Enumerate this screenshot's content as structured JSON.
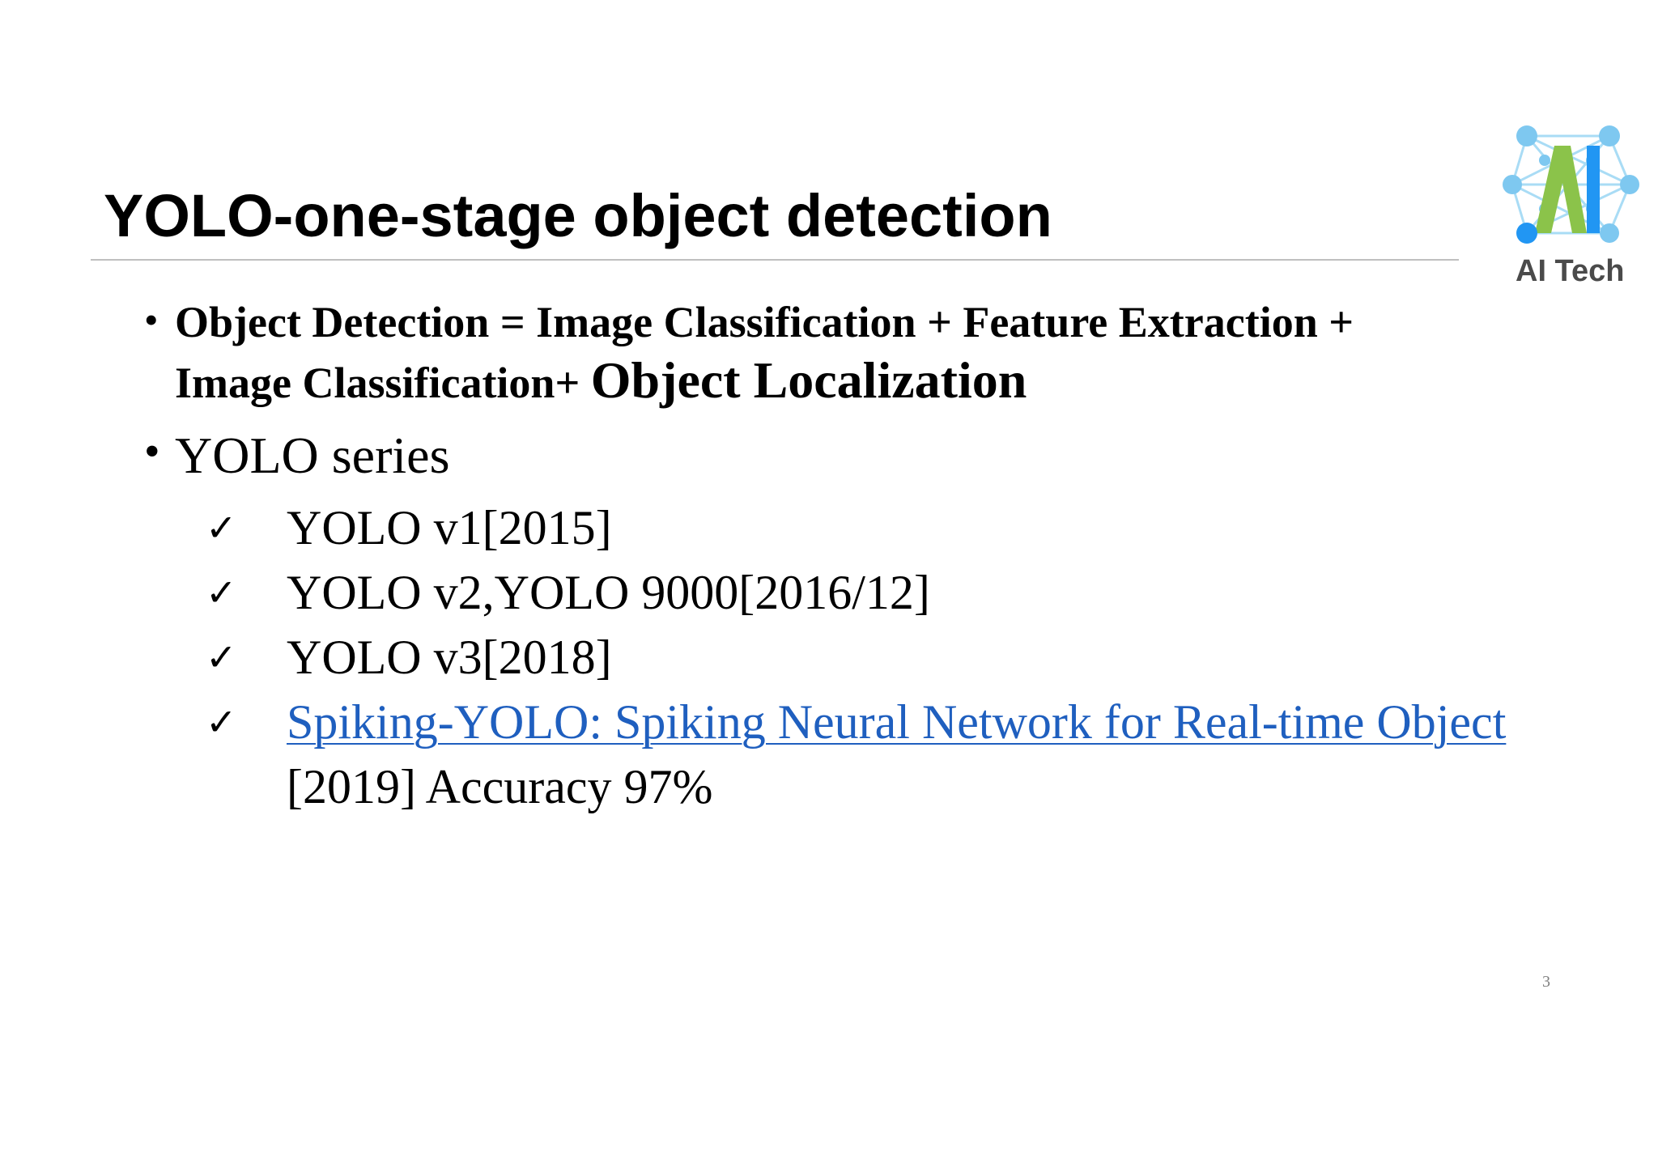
{
  "slide": {
    "title": "YOLO-one-stage object detection",
    "logo": {
      "text": "AI Tech",
      "icon": "ai-network-logo-icon",
      "colors": [
        "#7ec8f0",
        "#8bc34a",
        "#2196f3"
      ]
    },
    "bullets": [
      {
        "line1": "Object Detection = Image Classification + Feature Extraction +",
        "line2_prefix": "Image Classification+ ",
        "line2_big": "Object Localization"
      },
      {
        "text": "YOLO series"
      }
    ],
    "checklist": [
      {
        "mark": "✓",
        "text": "YOLO v1[2015]"
      },
      {
        "mark": "✓",
        "text": "YOLO v2,YOLO 9000[2016/12]"
      },
      {
        "mark": "✓",
        "text": "YOLO v3[2018]"
      },
      {
        "mark": "✓",
        "link_text": "Spiking-YOLO: Spiking Neural Network for Real-time Object",
        "continuation": "[2019] Accuracy 97%"
      }
    ],
    "page_number": "3",
    "colors": {
      "link": "#1f5fbf",
      "rule": "#bfbfbf"
    }
  }
}
